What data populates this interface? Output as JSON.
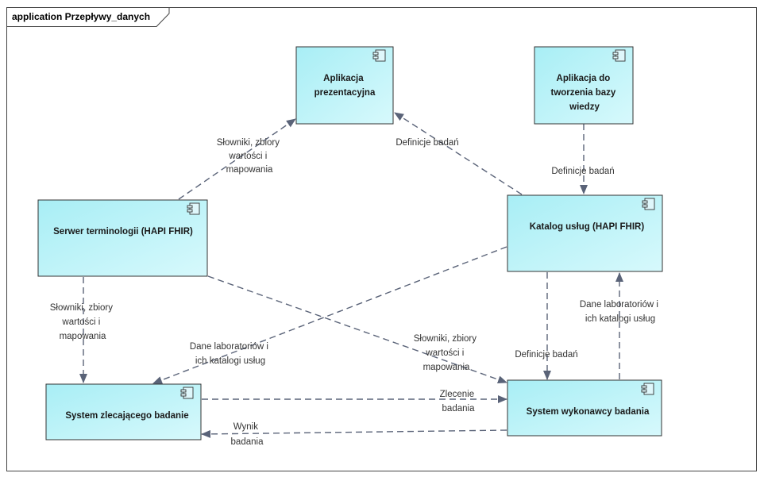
{
  "frame": {
    "title": "application Przepływy_danych"
  },
  "colors": {
    "component_fill_top": "#a8eef5",
    "component_fill_bottom": "#d7f9fc",
    "edge": "#5a6378"
  },
  "components": {
    "app_prezentacyjna": [
      "Aplikacja",
      "prezentacyjna"
    ],
    "app_baza_wiedzy": [
      "Aplikacja do",
      "tworzenia bazy",
      "wiedzy"
    ],
    "serwer_terminologii": [
      "Serwer terminologii (HAPI FHIR)"
    ],
    "katalog_uslug": [
      "Katalog usług (HAPI FHIR)"
    ],
    "system_zlecajacego": [
      "System zlecającego badanie"
    ],
    "system_wykonawcy": [
      "System wykonawcy badania"
    ]
  },
  "edges": {
    "serwer_to_app": [
      "Słowniki, zbiory",
      "wartości i",
      "mapowania"
    ],
    "katalog_to_app": [
      "Definicje badań"
    ],
    "baza_to_katalog": [
      "Definicje badań"
    ],
    "serwer_to_zlecajacego": [
      "Słowniki, zbiory",
      "wartości i",
      "mapowania"
    ],
    "katalog_to_zlecajacego": [
      "Dane laboratoriów i",
      "ich katalogi usług"
    ],
    "serwer_to_wykonawcy": [
      "Słowniki, zbiory",
      "wartości i",
      "mapowania"
    ],
    "katalog_to_wykonawcy": [
      "Definicje badań"
    ],
    "wykonawcy_to_katalog": [
      "Dane laboratoriów i",
      "ich katalogi usług"
    ],
    "zlecajacego_to_wykonawcy": [
      "Zlecenie",
      "badania"
    ],
    "wykonawcy_to_zlecajacego": [
      "Wynik",
      "badania"
    ]
  }
}
